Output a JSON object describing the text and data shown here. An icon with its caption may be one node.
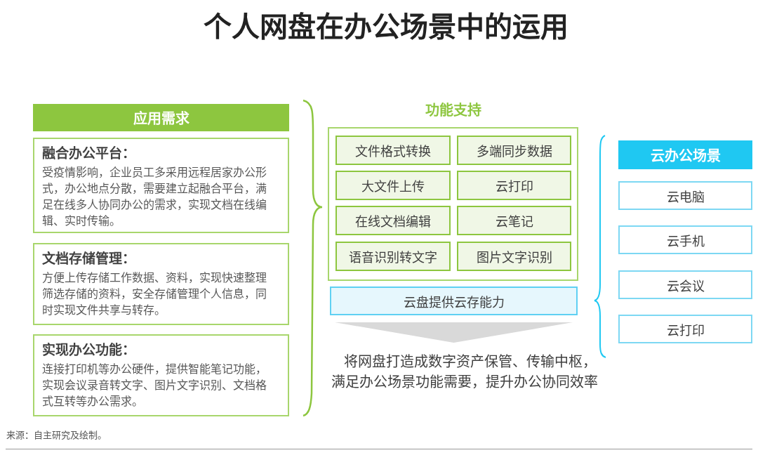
{
  "diagram": {
    "title": "个人网盘在办公场景中的运用",
    "nodes": [
      {
        "text": [
          "应用需求"
        ]
      },
      {
        "text": [
          "融合办公平台：",
          "受疫情影响，企业员工多采用远程居家办公形式，办公地点分散，需要建立起融合平台，满足在线多人协同办公的需求，实现文档在线编辑、实时传输。"
        ]
      },
      {
        "text": [
          "文档存储管理：",
          "方便上传存储工作数据、资料，实现快速整理筛选存储的资料，安全存储管理个人信息，同时实现文件共享与转存。"
        ]
      },
      {
        "text": [
          "实现办公功能：",
          "连接打印机等办公硬件，提供智能笔记功能，实现会议录音转文字、图片文字识别、文档格式互转等办公需求。"
        ]
      },
      {
        "text": [
          "功能支持"
        ]
      },
      {
        "text": [
          "文件格式转换"
        ],
        "in": 4
      },
      {
        "text": [
          "多端同步数据"
        ],
        "in": 4
      },
      {
        "text": [
          "大文件上传"
        ],
        "in": 4
      },
      {
        "text": [
          "云打印"
        ],
        "in": 4
      },
      {
        "text": [
          "在线文档编辑"
        ],
        "in": 4
      },
      {
        "text": [
          "云笔记"
        ],
        "in": 4
      },
      {
        "text": [
          "语音识别转文字"
        ],
        "in": 4
      },
      {
        "text": [
          "图片文字识别"
        ],
        "in": 4
      },
      {
        "text": [
          "云盘提供云存能力"
        ]
      },
      {
        "text": [
          "云办公场景"
        ]
      },
      {
        "text": [
          "云电脑"
        ]
      },
      {
        "text": [
          "云手机"
        ]
      },
      {
        "text": [
          "云会议"
        ]
      },
      {
        "text": [
          "云打印"
        ]
      },
      {
        "text": [
          "将网盘打造成数字资产保管、传输中枢，满足办公场景功能需要，提升办公协同效率"
        ]
      }
    ],
    "edges": [
      {
        "from": 13,
        "to": 19,
        "arrow": "to"
      }
    ],
    "labels": [
      "来源：自主研究及绘制。"
    ]
  }
}
